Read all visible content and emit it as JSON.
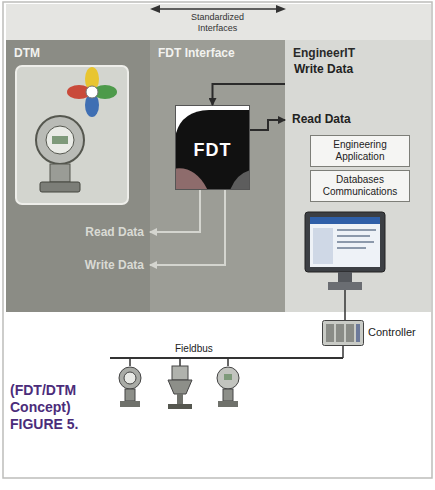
{
  "diagram": {
    "caption": "(FDT/DTM Concept) FIGURE 5.",
    "nodes": [
      {
        "text": [
          "DTM"
        ]
      },
      {
        "text": [
          "FDT Interface"
        ]
      },
      {
        "text": [
          "EngineerIT"
        ]
      },
      {
        "text": [
          "FDT"
        ],
        "in": 1
      },
      {
        "text": [
          "Engineering Application"
        ],
        "in": 2
      },
      {
        "text": [
          "Databases",
          "Communications"
        ],
        "in": 2
      },
      {
        "text": [
          "Controller"
        ]
      }
    ],
    "edges": [
      {
        "from": 2,
        "to": 3,
        "label": "Write Data",
        "arrow": "to"
      },
      {
        "from": 3,
        "to": 2,
        "label": "Read Data",
        "arrow": "to"
      },
      {
        "from": 3,
        "to": 0,
        "label": "Read Data",
        "arrow": "to"
      },
      {
        "from": 3,
        "to": 0,
        "label": "Write Data",
        "arrow": "to"
      }
    ],
    "labels": [
      "Standardized Interfaces",
      "Fieldbus"
    ]
  }
}
